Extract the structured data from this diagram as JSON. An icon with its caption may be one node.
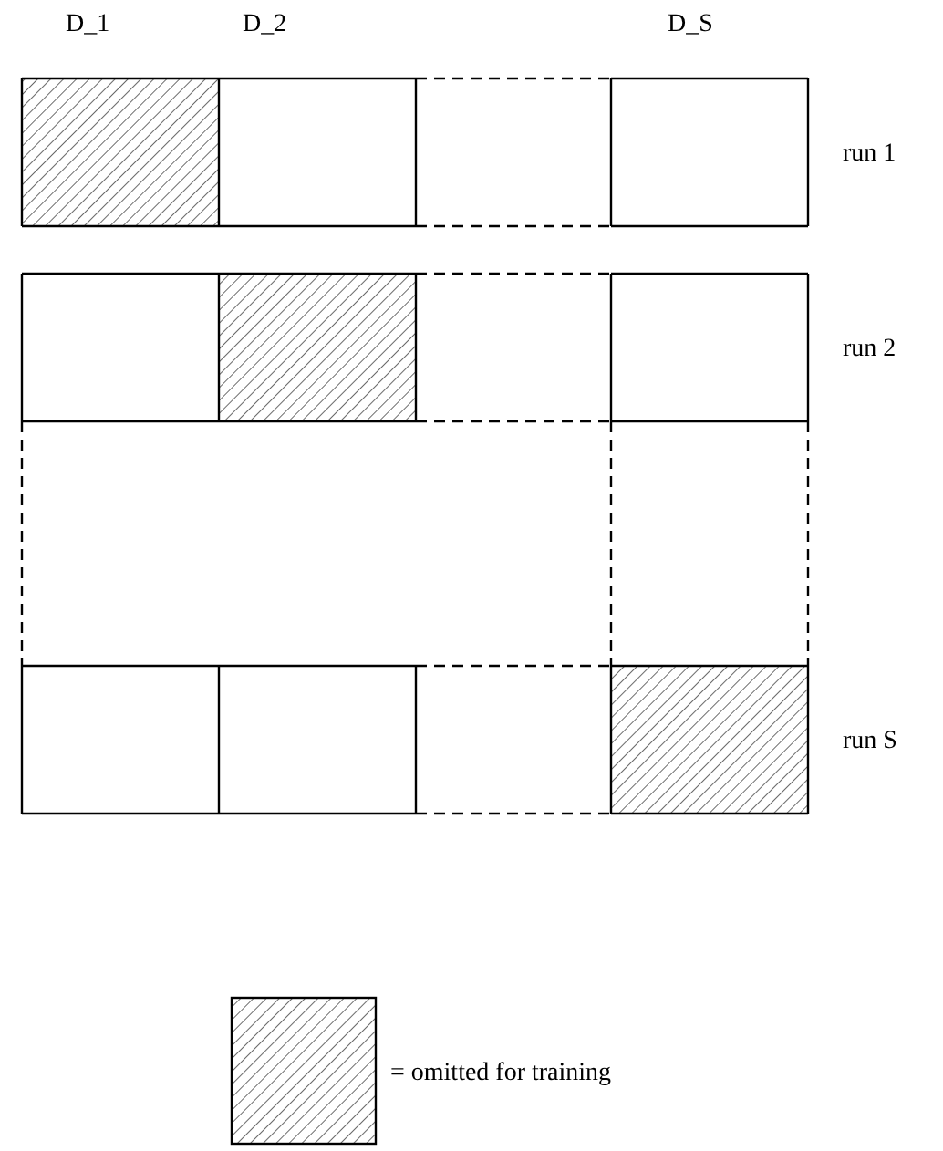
{
  "diagram": {
    "labels": [
      "D_1",
      "D_2",
      "D_S",
      "run 1",
      "run 2",
      "run S"
    ],
    "legend": [
      {
        "text": "= omitted for training"
      }
    ]
  }
}
